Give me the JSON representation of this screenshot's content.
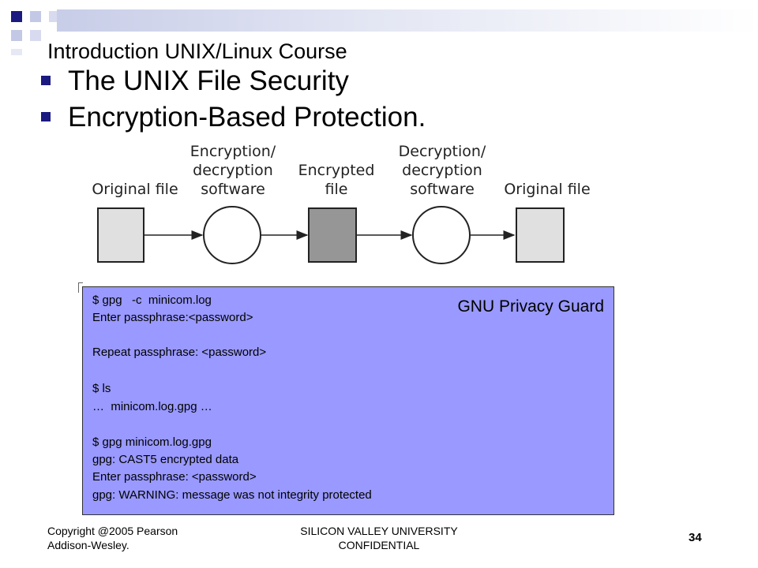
{
  "slide": {
    "title": "Introduction UNIX/Linux Course",
    "bullets": [
      "The UNIX File Security",
      "Encryption-Based Protection."
    ]
  },
  "diagram": {
    "labels": {
      "original_left": [
        "Original file"
      ],
      "encryption_software": [
        "Encryption/",
        "decryption",
        "software"
      ],
      "encrypted_file": [
        "Encrypted",
        "file"
      ],
      "decryption_software": [
        "Decryption/",
        "decryption",
        "software"
      ],
      "original_right": [
        "Original file"
      ]
    },
    "colors": {
      "light_square": "#e0e0e0",
      "dark_square": "#969696",
      "stroke": "#222222"
    }
  },
  "terminal": {
    "heading": "GNU Privacy Guard",
    "lines": [
      "$ gpg   -c  minicom.log",
      "Enter passphrase:<password>",
      "",
      "Repeat passphrase: <password>",
      "",
      "$ ls",
      "…  minicom.log.gpg …",
      "",
      "$ gpg minicom.log.gpg",
      "gpg: CAST5 encrypted data",
      "Enter passphrase: <password>",
      "gpg: WARNING: message was not integrity protected"
    ],
    "background": "#9999ff"
  },
  "footer": {
    "copyright_line1": "Copyright @2005 Pearson",
    "copyright_line2": "Addison-Wesley.",
    "center_line1": "SILICON VALLEY UNIVERSITY",
    "center_line2": "CONFIDENTIAL",
    "page_number": "34"
  },
  "theme": {
    "accent": "#1a1a80"
  }
}
